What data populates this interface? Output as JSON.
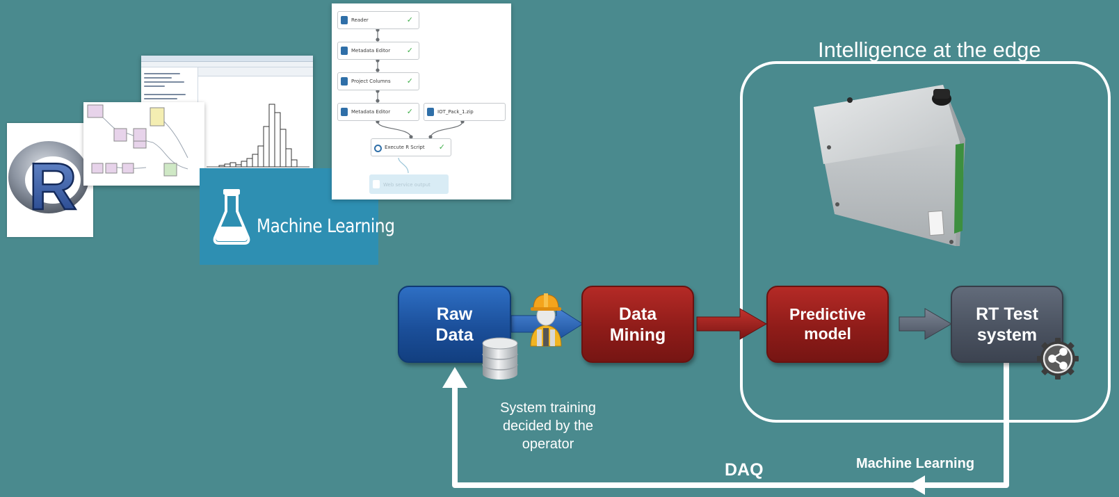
{
  "tools": {
    "r_logo_letter": "R",
    "machine_learning_label": "Machine Learning",
    "experiment_modules": [
      {
        "label": "Reader",
        "done": true
      },
      {
        "label": "Metadata Editor",
        "done": true
      },
      {
        "label": "Project Columns",
        "done": true
      },
      {
        "label": "Metadata Editor",
        "done": true
      },
      {
        "label": "IOT_Pack_1.zip",
        "done": false
      },
      {
        "label": "Execute R Script",
        "done": true
      },
      {
        "label": "Web service output",
        "done": false
      }
    ],
    "check_mark": "✓"
  },
  "edge": {
    "title": "Intelligence at the edge"
  },
  "blocks": {
    "raw_data": "Raw\nData",
    "data_mining": "Data\nMining",
    "predictive_model": "Predictive\nmodel",
    "rt_test_system": "RT Test\nsystem"
  },
  "caption": "System training decided by the operator",
  "loop": {
    "daq_label": "DAQ",
    "machine_learning_label": "Machine Learning"
  },
  "colors": {
    "background": "#4a8a8e",
    "raw_data_blue": "#1b4f9a",
    "mining_red": "#8f1c19",
    "rt_gray": "#4b5361",
    "ml_tile_blue": "#2e8fb2"
  }
}
